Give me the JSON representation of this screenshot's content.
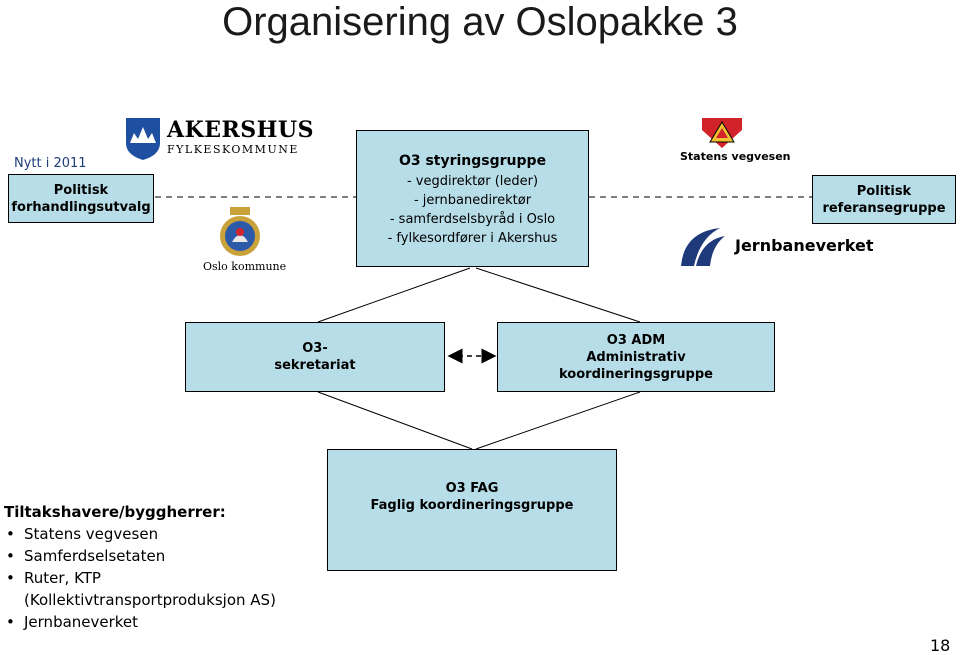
{
  "title": "Organisering av Oslopakke 3",
  "nytt_label": "Nytt i 2011",
  "politisk_forhandlingsutvalg": [
    "Politisk",
    "forhandlingsutvalg"
  ],
  "styringsgruppe": {
    "title": "O3 styringsgruppe",
    "lines": [
      "- vegdirektør (leder)",
      "- jernbanedirektør",
      "- samferdselsbyråd i Oslo",
      "- fylkesordfører i Akershus"
    ]
  },
  "politisk_referansegruppe": [
    "Politisk",
    "referansegruppe"
  ],
  "sekretariat": [
    "O3-",
    "sekretariat"
  ],
  "adm": [
    "O3 ADM",
    "Administrativ",
    "koordineringsgruppe"
  ],
  "fag": [
    "O3 FAG",
    "Faglig koordineringsgruppe"
  ],
  "logos": {
    "akershus_name": "AKERSHUS",
    "akershus_sub": "FYLKESKOMMUNE",
    "oslo": "Oslo kommune",
    "statens_vegvesen": "Statens vegvesen",
    "jernbaneverket": "Jernbaneverket"
  },
  "stakeholders": {
    "heading": "Tiltakshavere/byggherrer:",
    "items": [
      "Statens vegvesen",
      "Samferdselsetaten",
      "Ruter, KTP",
      "Jernbaneverket"
    ],
    "ruter_continuation": "(Kollektivtransportproduksjon AS)"
  },
  "page_number": "18",
  "colors": {
    "box_fill": "#b7dde8",
    "title_text": "#1a1a1a",
    "nytt_text": "#1f3d7a",
    "vegvesen_red": "#d2232a",
    "vegvesen_yellow": "#f2c230",
    "jbv_blue": "#1f3a7a"
  }
}
